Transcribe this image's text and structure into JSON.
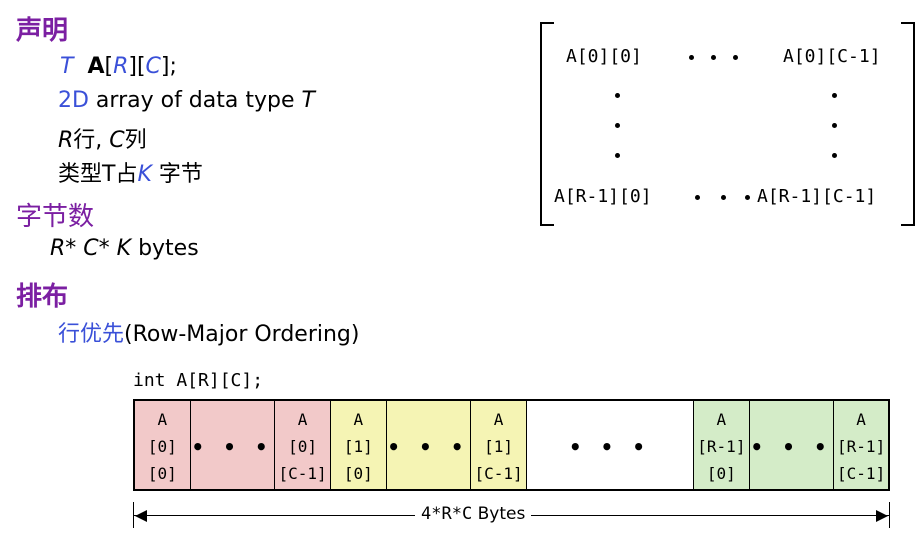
{
  "sections": {
    "declaration": {
      "heading": "声明",
      "code_type": "T",
      "code_array": "A",
      "code_b1": "[",
      "code_r": "R",
      "code_b2": "][",
      "code_c": "C",
      "code_b3": "];",
      "line2_prefix": "2D",
      "line2_text": " array of data type ",
      "line2_type": "T",
      "line3_r": "R",
      "line3_rows": "行, ",
      "line3_c": "C",
      "line3_cols": "列",
      "line4_text": "类型T占",
      "line4_k": "K",
      "line4_suffix": " 字节"
    },
    "bytes": {
      "heading": "字节数",
      "formula": "R* C* K",
      "unit": "bytes"
    },
    "layout": {
      "heading": "排布",
      "ordering_cn": "行优先",
      "ordering_en": "(Row-Major Ordering)"
    }
  },
  "matrix": {
    "top_left": "A[0][0]",
    "top_right": "A[0][C-1]",
    "bottom_left": "A[R-1][0]",
    "bottom_right": "A[R-1][C-1]"
  },
  "memory": {
    "declaration": "int A[R][C];",
    "ellipsis": "• • •",
    "cells": [
      {
        "l1": "A",
        "l2": "[0]",
        "l3": "[0]"
      },
      {
        "l1": "A",
        "l2": "[0]",
        "l3": "[C-1]"
      },
      {
        "l1": "A",
        "l2": "[1]",
        "l3": "[0]"
      },
      {
        "l1": "A",
        "l2": "[1]",
        "l3": "[C-1]"
      },
      {
        "l1": "A",
        "l2": "[R-1]",
        "l3": "[0]"
      },
      {
        "l1": "A",
        "l2": "[R-1]",
        "l3": "[C-1]"
      }
    ],
    "total_size": "4*R*C",
    "total_unit": "Bytes"
  },
  "colors": {
    "heading": "#7b1fa2",
    "accent_blue": "#3a50d8",
    "row0": "#f2c9c9",
    "row1": "#f5f4b4",
    "rowlast": "#d4ecc8"
  }
}
